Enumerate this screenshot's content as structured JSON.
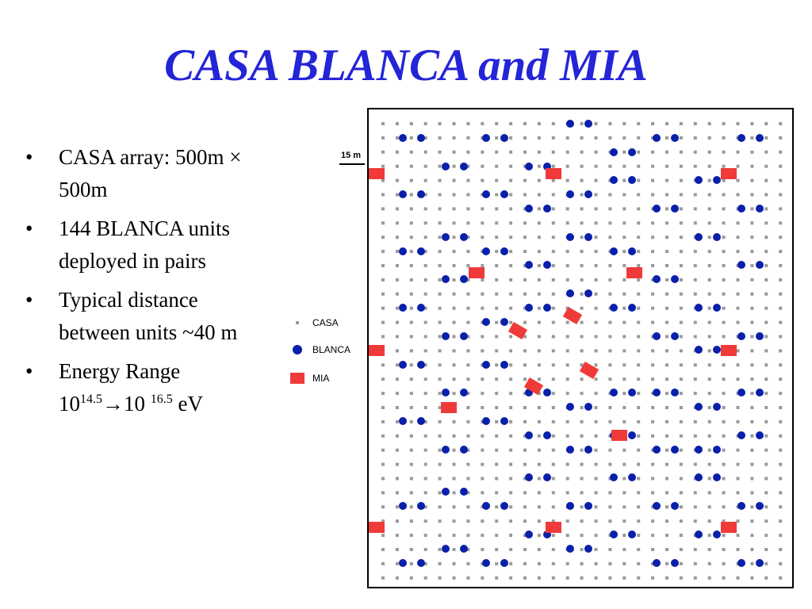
{
  "slide": {
    "title": "CASA BLANCA and MIA",
    "bullets": [
      {
        "text": "CASA array: 500m × 500m"
      },
      {
        "text": "144 BLANCA units deployed in pairs"
      },
      {
        "text": "Typical distance between units ~40 m"
      },
      {
        "text_pre": "Energy Range 10",
        "sup1": "14.5",
        "arrow": "→10 ",
        "sup2": "16.5",
        "text_post": " eV"
      }
    ]
  },
  "map": {
    "scale_label": "15 m",
    "legend": {
      "casa": "CASA",
      "blanca": "BLANCA",
      "mia": "MIA"
    },
    "colors": {
      "casa": "#999999",
      "blanca": "#0a1faa",
      "mia": "#f03a3a"
    }
  }
}
